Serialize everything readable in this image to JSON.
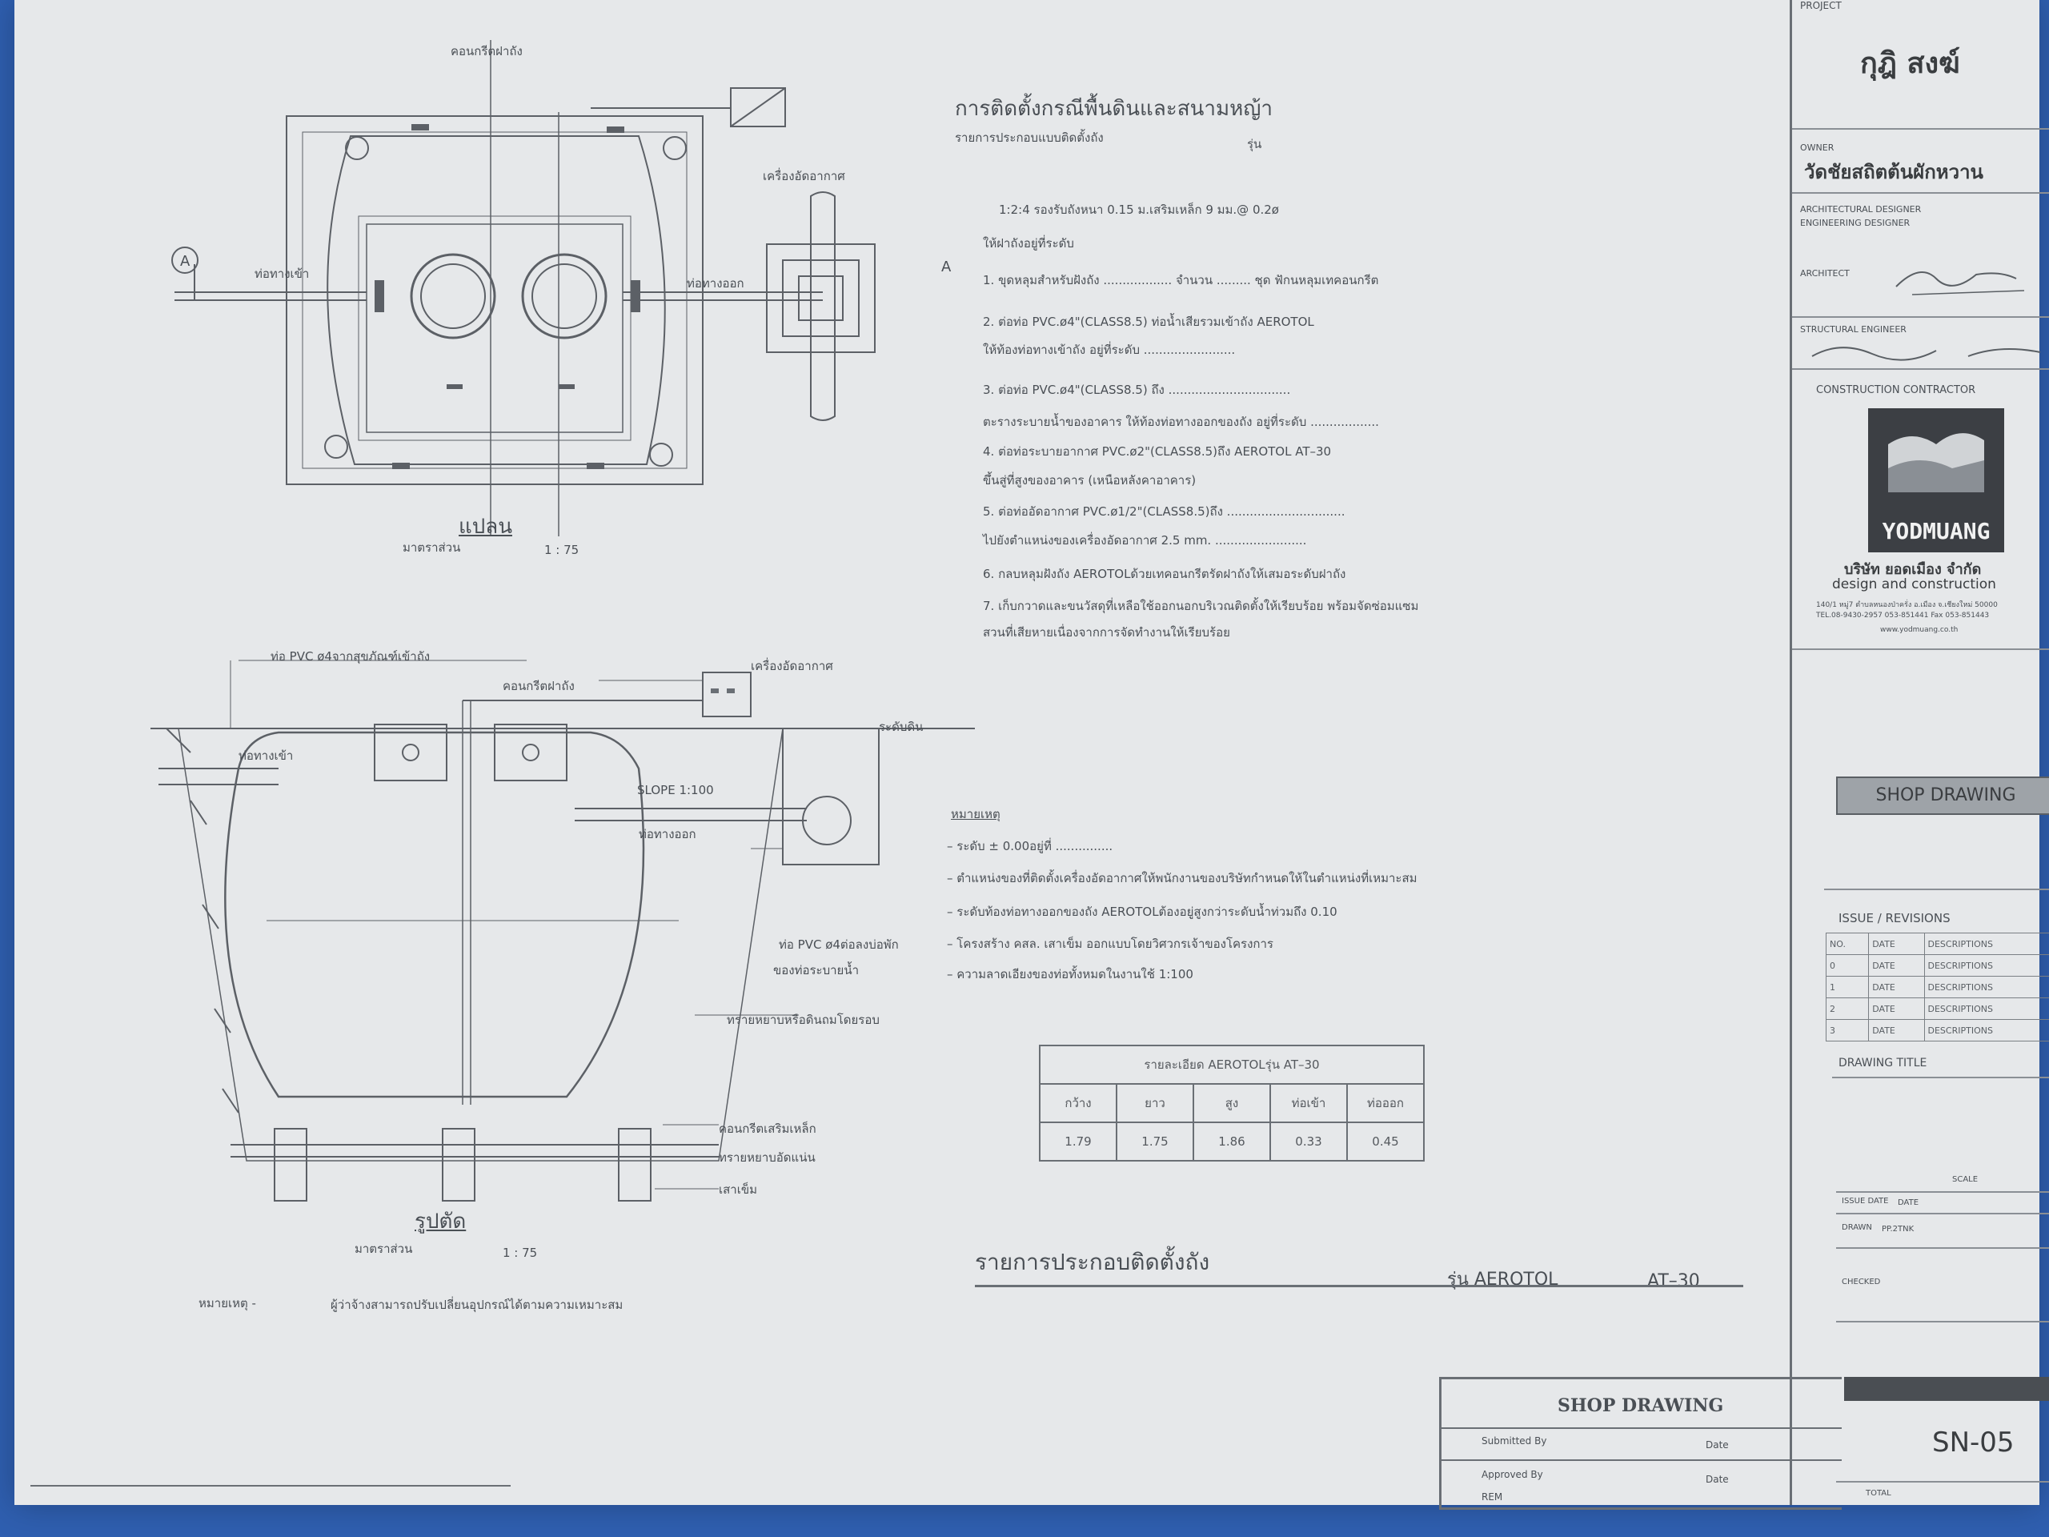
{
  "plan": {
    "label_lid": "คอนกรีตฝาถัง",
    "label_blower": "เครื่องอัดอากาศ",
    "label_inlet": "ท่อทางเข้า",
    "label_outlet": "ท่อทางออก",
    "section_marker": "A",
    "title": "แปลน",
    "scale_label": "มาตราส่วน",
    "scale_value": "1 : 75"
  },
  "section": {
    "label_pvc_in": "ท่อ PVC ø4จากสุขภัณฑ์เข้าถัง",
    "label_blower": "เครื่องอัดอากาศ",
    "label_lid": "คอนกรีตฝาถัง",
    "label_ground": "ระดับดิน",
    "label_inlet": "ท่อทางเข้า",
    "label_slope": "SLOPE   1:100",
    "label_outlet": "ท่อทางออก",
    "label_pvc_out_1": "ท่อ PVC ø4ต่อลงบ่อพัก",
    "label_pvc_out_2": "ของท่อระบายน้ำ",
    "label_backfill": "ทรายหยาบหรือดินถมโดยรอบ",
    "label_rc": "คอนกรีตเสริมเหล็ก",
    "label_sand": "ทรายหยาบอัดแน่น",
    "label_pile": "เสาเข็ม",
    "title": "รูปตัด",
    "scale_label": "มาตราส่วน",
    "scale_value": "1 : 75"
  },
  "footnote": {
    "label": "หมายเหตุ  -",
    "text": "ผู้ว่าจ้างสามารถปรับเปลี่ยนอุปกรณ์ได้ตามความเหมาะสม"
  },
  "install": {
    "title": "การติดตั้งกรณีพื้นดินและสนามหญ้า",
    "subtitle_a": "รายการประกอบแบบติดตั้งถัง",
    "subtitle_b": "รุ่น",
    "item_base": "1:2:4  รองรับถังหนา 0.15  ม.เสริมเหล็ก   9  มม.@ 0.2ø",
    "item_lid": "ให้ฝาถังอยู่ที่ระดับ",
    "items": [
      "1. ขุดหลุมสำหรับฝังถัง  ..................  จำนวน  .........  ชุด ฟักนหลุมเทคอนกรีต",
      "2. ต่อท่อ    PVC.ø4\"(CLASS8.5) ท่อน้ำเสียรวมเข้าถัง   AEROTOL",
      "ให้ท้องท่อทางเข้าถัง  อยู่ที่ระดับ  ........................",
      "3. ต่อท่อ    PVC.ø4\"(CLASS8.5) ถึง  ................................",
      "ตะรางระบายน้ำของอาคาร  ให้ท้องท่อทางออกของถัง  อยู่ที่ระดับ  ..................",
      "4. ต่อท่อระบายอากาศ    PVC.ø2\"(CLASS8.5)ถึง          AEROTOL  AT–30",
      "ขึ้นสู่ที่สูงของอาคาร (เหนือหลังคาอาคาร)",
      "5. ต่อท่ออัดอากาศ    PVC.ø1/2\"(CLASS8.5)ถึง  ...............................",
      "ไปยังตำแหน่งของเครื่องอัดอากาศ     2.5  mm.  ........................",
      "6. กลบหลุมฝังถัง    AEROTOLด้วยเทคอนกรีตรัดฝาถังให้เสมอระดับฝาถัง",
      "7. เก็บกวาดและขนวัสดุที่เหลือใช้ออกนอกบริเวณติดตั้งให้เรียบร้อย  พร้อมจัดซ่อมแซม",
      "สวนที่เสียหายเนื่องจากการจัดทำงานให้เรียบร้อย"
    ]
  },
  "notes": {
    "title": "หมายเหตุ",
    "items": [
      "–  ระดับ  ± 0.00อยู่ที่  ...............",
      "–  ตำแหน่งของที่ติดตั้งเครื่องอัดอากาศให้พนักงานของบริษัทกำหนดให้ในตำแหน่งที่เหมาะสม",
      "–  ระดับท้องท่อทางออกของถัง          AEROTOLต้องอยู่สูงกว่าระดับน้ำท่วมถึง                    0.10",
      "–  โครงสร้าง  คสล. เสาเข็ม  ออกแบบโดยวิศวกรเจ้าของโครงการ",
      "–  ความลาดเอียงของท่อทั้งหมดในงานใช้          1:100"
    ]
  },
  "spec_table": {
    "title": "รายละเอียด    AEROTOLรุ่น    AT–30",
    "headers": [
      "กว้าง",
      "ยาว",
      "สูง",
      "ท่อเข้า",
      "ท่อออก"
    ],
    "values": [
      "1.79",
      "1.75",
      "1.86",
      "0.33",
      "0.45"
    ]
  },
  "drawing_caption": {
    "left": "รายการประกอบติดตั้งถัง",
    "right_a": "รุ่น AEROTOL",
    "right_b": "AT–30"
  },
  "bottom_block": {
    "title": "SHOP DRAWING",
    "submitted": "Submitted By",
    "approved": "Approved By",
    "date": "Date",
    "remark": "REM"
  },
  "title_block": {
    "project_label": "PROJECT",
    "project_name": "กุฎิ สงฆ์",
    "owner_label": "OWNER",
    "owner_name": "วัดชัยสถิตต้นผักหวาน",
    "arch_label_1": "ARCHITECTURAL DESIGNER",
    "arch_label_2": "ENGINEERING DESIGNER",
    "architect_label": "ARCHITECT",
    "structural_label": "STRUCTURAL ENGINEER",
    "contractor_label": "CONSTRUCTION CONTRACTOR",
    "logo_text": "YODMUANG",
    "company_th": "บริษัท ยอดเมือง จำกัด",
    "company_en": "design and construction",
    "address": "140/1 หมู่7 ตำบลหนองป่าครั่ง อ.เมือง จ.เชียงใหม่ 50000",
    "tel": "TEL.08-9430-2957  053-851441  Fax 053-851443",
    "web": "www.yodmuang.co.th",
    "badge": "SHOP  DRAWING",
    "issue_label": "ISSUE / REVISIONS",
    "rev_headers": [
      "NO.",
      "DATE",
      "DESCRIPTIONS"
    ],
    "rev_rows": [
      [
        "0",
        "DATE",
        "DESCRIPTIONS"
      ],
      [
        "1",
        "DATE",
        "DESCRIPTIONS"
      ],
      [
        "2",
        "DATE",
        "DESCRIPTIONS"
      ],
      [
        "3",
        "DATE",
        "DESCRIPTIONS"
      ]
    ],
    "drawing_title_label": "DRAWING TITLE",
    "scale_label": "SCALE",
    "issue_date_label": "ISSUE DATE",
    "issue_date_value": "DATE",
    "drawn_label": "DRAWN",
    "drawn_value": "PP.2TNK",
    "checked_label": "CHECKED",
    "drawing_no": "SN-05",
    "total_label": "TOTAL"
  }
}
